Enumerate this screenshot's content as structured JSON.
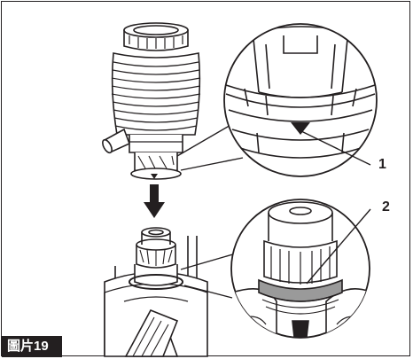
{
  "figure": {
    "label": "圖片19",
    "label_background": "#231f20",
    "label_text_color": "#ffffff",
    "ink_color": "#231f20"
  },
  "callouts": {
    "first": "1",
    "second": "2"
  },
  "icons": {
    "alignment_mark": "triangle-mark-icon",
    "direction_arrow": "arrow-down-icon"
  }
}
